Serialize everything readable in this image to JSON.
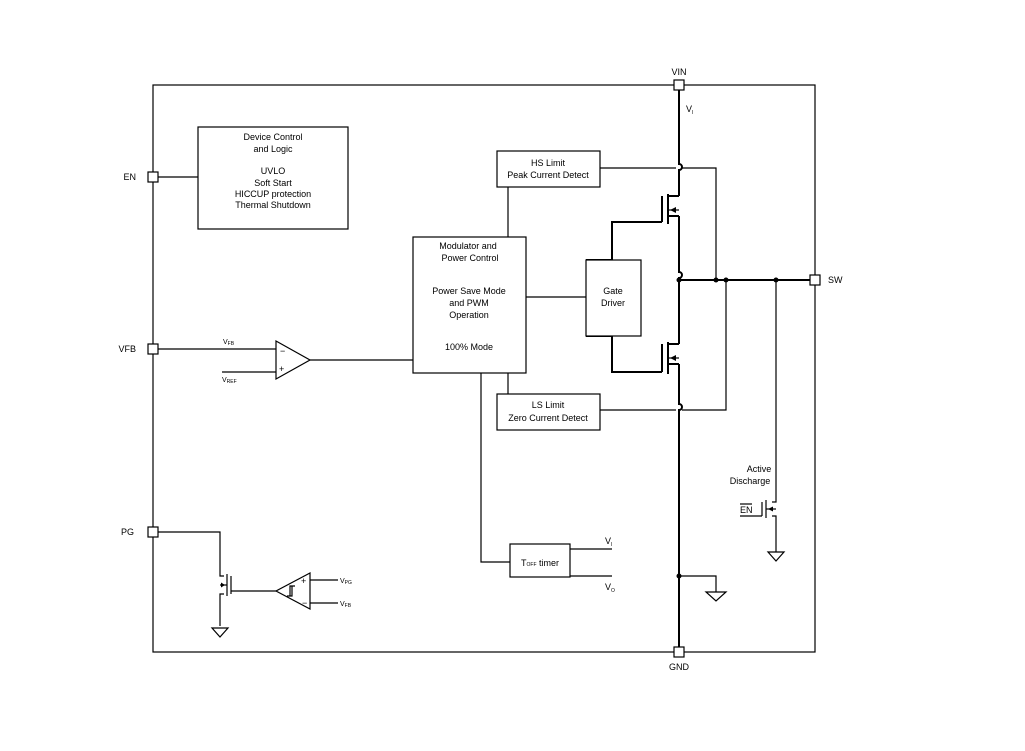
{
  "pins": {
    "vin": "VIN",
    "gnd": "GND",
    "en": "EN",
    "vfb": "VFB",
    "pg": "PG",
    "sw": "SW"
  },
  "blocks": {
    "device_control": {
      "line1": "Device Control",
      "line2": "and Logic",
      "line3": "UVLO",
      "line4": "Soft Start",
      "line5": "HICCUP protection",
      "line6": "Thermal Shutdown"
    },
    "modulator": {
      "line1": "Modulator and",
      "line2": "Power Control",
      "line3": "Power Save Mode",
      "line4": "and PWM",
      "line5": "Operation",
      "line6": "100% Mode"
    },
    "hs_limit": {
      "line1": "HS Limit",
      "line2": "Peak Current Detect"
    },
    "ls_limit": {
      "line1": "LS Limit",
      "line2": "Zero Current Detect"
    },
    "gate_driver": {
      "line1": "Gate",
      "line2": "Driver"
    },
    "toff_timer": {
      "main": "T",
      "sub": "OFF",
      "tail": " timer"
    },
    "active_discharge": {
      "line1": "Active",
      "line2": "Discharge"
    }
  },
  "signals": {
    "vi_top": {
      "main": "V",
      "sub": "I"
    },
    "vi_timer": {
      "main": "V",
      "sub": "I"
    },
    "vo_timer": {
      "main": "V",
      "sub": "O"
    },
    "vfb_in": {
      "main": "V",
      "sub": "FB"
    },
    "vref": {
      "main": "V",
      "sub": "REF"
    },
    "vpg": {
      "main": "V",
      "sub": "PG"
    },
    "vfb_pg": {
      "main": "V",
      "sub": "FB"
    },
    "en_bar": "EN",
    "minus": "−",
    "plus": "+"
  }
}
